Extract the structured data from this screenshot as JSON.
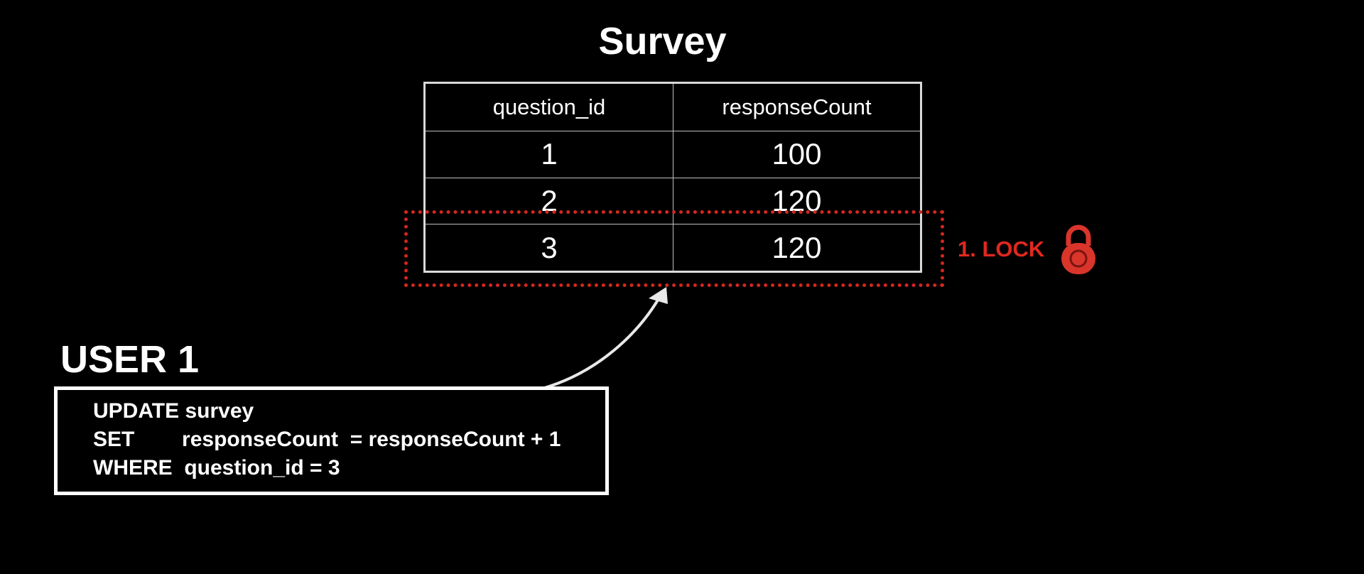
{
  "title": "Survey",
  "table": {
    "headers": [
      "question_id",
      "responseCount"
    ],
    "rows": [
      [
        "1",
        "100"
      ],
      [
        "2",
        "120"
      ],
      [
        "3",
        "120"
      ]
    ]
  },
  "lock": {
    "label": "1. LOCK",
    "icon": "lock-icon",
    "color": "#e0281f"
  },
  "user": {
    "label": "USER 1"
  },
  "query": {
    "lines": [
      "UPDATE survey",
      "SET        responseCount  = responseCount + 1",
      "WHERE  question_id = 3"
    ]
  },
  "arrow": {
    "icon": "curved-arrow-icon"
  }
}
